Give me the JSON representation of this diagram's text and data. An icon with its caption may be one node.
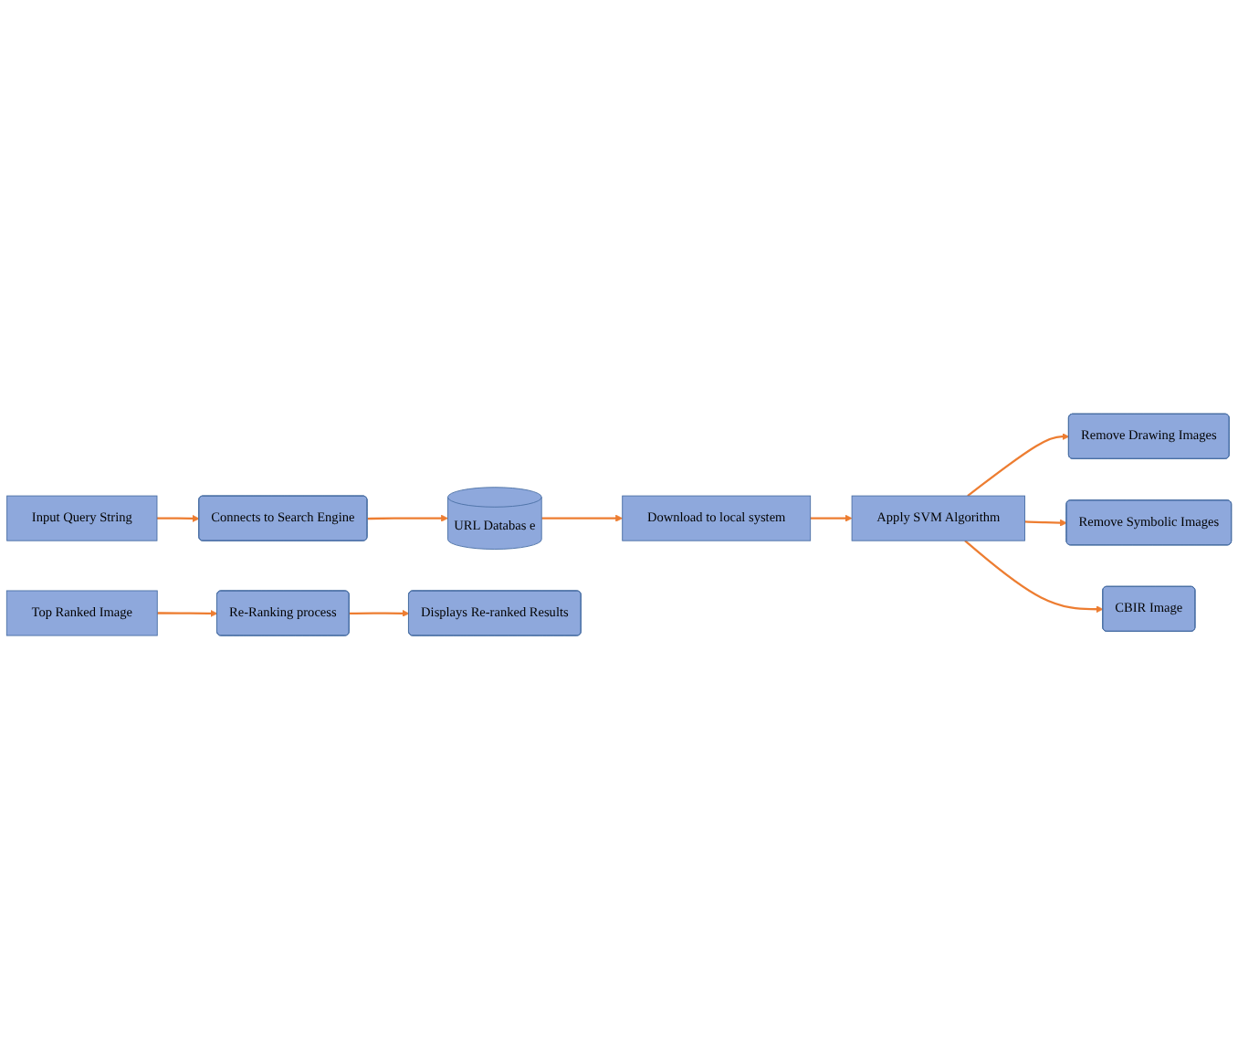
{
  "diagram": {
    "nodes": [
      {
        "text": [
          "Input Query String"
        ]
      },
      {
        "text": [
          "Connects to Search Engine"
        ]
      },
      {
        "text": [
          "URL Databas e"
        ]
      },
      {
        "text": [
          "Download to local system"
        ]
      },
      {
        "text": [
          "Apply SVM Algorithm"
        ]
      },
      {
        "text": [
          "Remove Drawing Images"
        ]
      },
      {
        "text": [
          "Remove Symbolic Images"
        ]
      },
      {
        "text": [
          "CBIR Image"
        ]
      },
      {
        "text": [
          "Top Ranked Image"
        ]
      },
      {
        "text": [
          "Re-Ranking process"
        ]
      },
      {
        "text": [
          "Displays Re-ranked Results"
        ]
      }
    ],
    "edges": [
      {
        "from": 0,
        "to": 1,
        "arrow": "to"
      },
      {
        "from": 1,
        "to": 2,
        "arrow": "to"
      },
      {
        "from": 2,
        "to": 3,
        "arrow": "to"
      },
      {
        "from": 3,
        "to": 4,
        "arrow": "to"
      },
      {
        "from": 4,
        "to": 5,
        "arrow": "to"
      },
      {
        "from": 4,
        "to": 6,
        "arrow": "to"
      },
      {
        "from": 4,
        "to": 7,
        "arrow": "to"
      },
      {
        "from": 8,
        "to": 9,
        "arrow": "to"
      },
      {
        "from": 9,
        "to": 10,
        "arrow": "to"
      }
    ]
  }
}
